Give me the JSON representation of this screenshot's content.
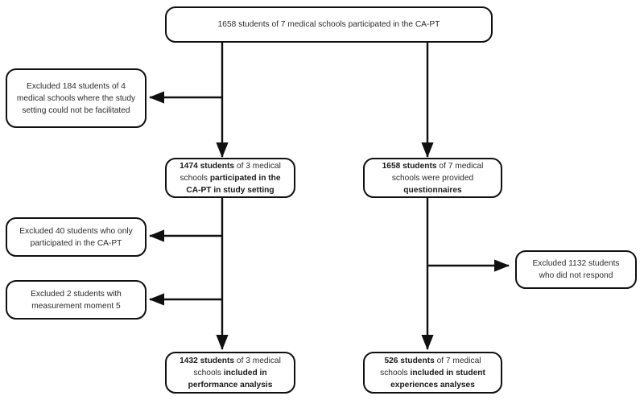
{
  "diagram": {
    "title": "CONSORT-style participant flow diagram",
    "stroke_color": "#101010",
    "text_color": "#2b2b2b",
    "background": "#ffffff"
  },
  "nodes": {
    "top_enrolled": {
      "text": "1658 students of 7 medical schools participated in the CA-PT",
      "segments": [
        {
          "text": "1658 students of 7 medical schools participated in the CA-PT",
          "bold": false
        }
      ]
    },
    "excluded_setting": {
      "text": "Excluded 184 students of 4 medical schools where the study setting could not be facilitated",
      "segments": [
        {
          "text": "Excluded 184 students of 4 medical schools where the study setting could not be facilitated",
          "bold": false
        }
      ]
    },
    "capt_study_setting": {
      "text": "1474 students of 3 medical schools participated in the CA-PT in study setting",
      "segments": [
        {
          "text": "1474 students",
          "bold": true
        },
        {
          "text": " of 3 medical schools ",
          "bold": false
        },
        {
          "text": "participated in the CA-PT in study setting",
          "bold": true
        }
      ]
    },
    "questionnaires_provided": {
      "text": "1658 students of 7 medical schools were provided questionnaires",
      "segments": [
        {
          "text": "1658 students",
          "bold": true
        },
        {
          "text": " of 7 medical schools were provided ",
          "bold": false
        },
        {
          "text": "questionnaires",
          "bold": true
        }
      ]
    },
    "excluded_only_capt": {
      "text": "Excluded 40 students who only participated in the CA-PT",
      "segments": [
        {
          "text": "Excluded 40 students who only participated in the CA-PT",
          "bold": false
        }
      ]
    },
    "excluded_moment5": {
      "text": "Excluded 2 students with measurement moment 5",
      "segments": [
        {
          "text": "Excluded 2 students with measurement moment 5",
          "bold": false
        }
      ]
    },
    "excluded_no_response": {
      "text": "Excluded 1132 students who did not respond",
      "segments": [
        {
          "text": "Excluded 1132 students who did not respond",
          "bold": false
        }
      ]
    },
    "performance_analysis": {
      "text": "1432 students of 3 medical schools included in performance analysis",
      "segments": [
        {
          "text": "1432 students",
          "bold": true
        },
        {
          "text": " of 3 medical schools ",
          "bold": false
        },
        {
          "text": "included in performance analysis",
          "bold": true
        }
      ]
    },
    "experiences_analysis": {
      "text": "526 students of 7 medical schools included in student experiences analyses",
      "segments": [
        {
          "text": "526 students",
          "bold": true
        },
        {
          "text": " of 7 medical schools ",
          "bold": false
        },
        {
          "text": "included in student experiences analyses",
          "bold": true
        }
      ]
    }
  }
}
